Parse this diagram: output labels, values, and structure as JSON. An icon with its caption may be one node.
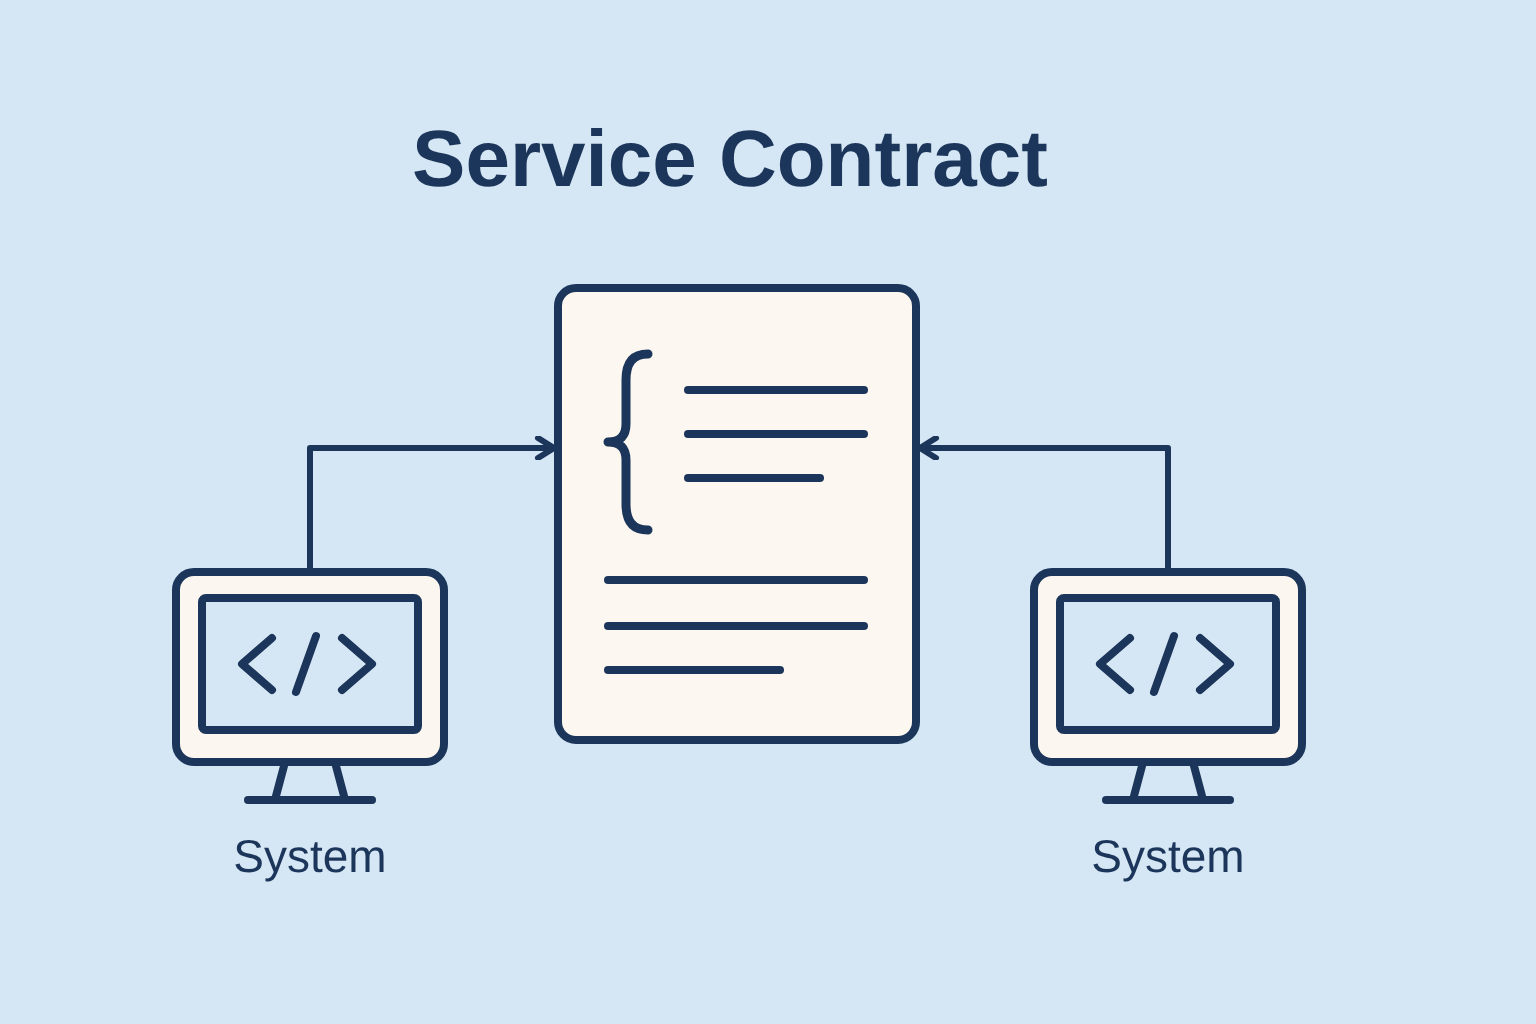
{
  "diagram": {
    "title": "Service Contract",
    "nodes": [
      {
        "text": [],
        "shape": "picture",
        "beside": [
          "System"
        ]
      },
      {
        "text": [],
        "shape": "picture"
      },
      {
        "text": [],
        "shape": "picture",
        "beside": [
          "System"
        ]
      }
    ],
    "edges": [
      {
        "from": 0,
        "to": 1,
        "arrow": "to"
      },
      {
        "from": 2,
        "to": 1,
        "arrow": "to"
      }
    ]
  }
}
